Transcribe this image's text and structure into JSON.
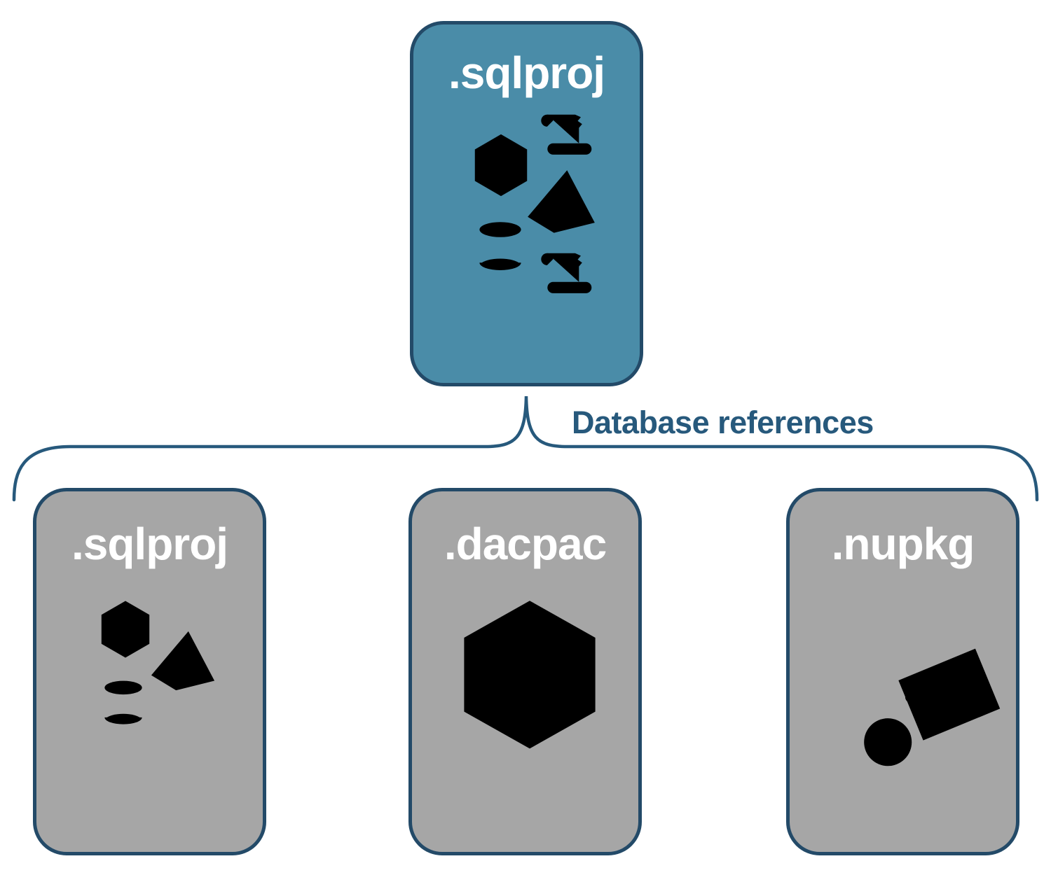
{
  "nodes": {
    "root": {
      "label": ".sqlproj",
      "icons": [
        "cube-icon",
        "scroll-icon",
        "pyramid-icon",
        "cylinder-icon",
        "scroll-icon"
      ]
    },
    "children": [
      {
        "label": ".sqlproj",
        "icons": [
          "cube-icon",
          "pyramid-icon",
          "cylinder-icon"
        ]
      },
      {
        "label": ".dacpac",
        "icons": [
          "package-box-icon"
        ]
      },
      {
        "label": ".nupkg",
        "icons": [
          "nuget-hand-truck-icon"
        ]
      }
    ]
  },
  "connector": {
    "label": "Database references"
  },
  "colors": {
    "background": "#FFFFFF",
    "root_fill": "#4A8CA8",
    "child_fill": "#A6A6A6",
    "node_border": "#234A68",
    "brace": "#27597C",
    "connector_text": "#27597C",
    "node_label": "#FFFFFF"
  }
}
